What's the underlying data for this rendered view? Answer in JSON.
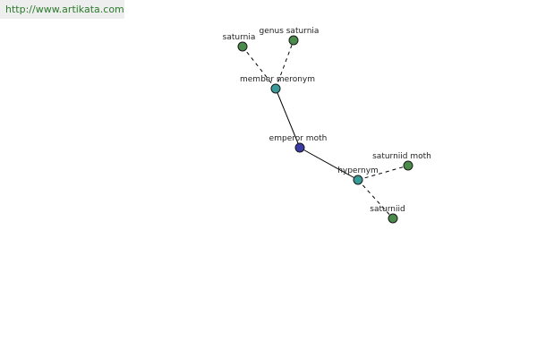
{
  "watermark": "http://www.artikata.com",
  "colors": {
    "center": "#3a3aa6",
    "relation": "#3a9a9a",
    "term": "#4a8a4a",
    "edge": "#000000"
  },
  "nodes": [
    {
      "id": "emperor-moth",
      "label": "emperor moth",
      "kind": "center"
    },
    {
      "id": "member-meronym",
      "label": "member meronym",
      "kind": "relation"
    },
    {
      "id": "hypernym",
      "label": "hypernym",
      "kind": "relation"
    },
    {
      "id": "saturnia",
      "label": "saturnia",
      "kind": "term"
    },
    {
      "id": "genus-saturnia",
      "label": "genus saturnia",
      "kind": "term"
    },
    {
      "id": "saturniid-moth",
      "label": "saturniid moth",
      "kind": "term"
    },
    {
      "id": "saturniid",
      "label": "saturniid",
      "kind": "term"
    }
  ],
  "edges": [
    {
      "from": "emperor-moth",
      "to": "member-meronym",
      "style": "solid"
    },
    {
      "from": "emperor-moth",
      "to": "hypernym",
      "style": "solid"
    },
    {
      "from": "member-meronym",
      "to": "saturnia",
      "style": "dashed"
    },
    {
      "from": "member-meronym",
      "to": "genus-saturnia",
      "style": "dashed"
    },
    {
      "from": "hypernym",
      "to": "saturniid-moth",
      "style": "dashed"
    },
    {
      "from": "hypernym",
      "to": "saturniid",
      "style": "dashed"
    }
  ]
}
